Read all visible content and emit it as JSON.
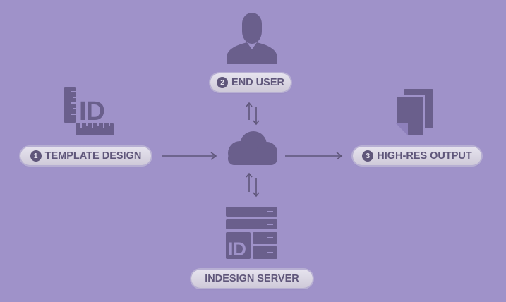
{
  "nodes": {
    "end_user": {
      "number": "2",
      "label": "END USER",
      "icon": "user-icon"
    },
    "template_design": {
      "number": "1",
      "label": "TEMPLATE DESIGN",
      "icon": "indesign-ruler-icon"
    },
    "high_res_output": {
      "number": "3",
      "label": "HIGH-RES OUTPUT",
      "icon": "documents-icon"
    },
    "indesign_server": {
      "label": "INDESIGN SERVER",
      "icon": "server-stack-icon"
    },
    "cloud": {
      "icon": "cloud-icon"
    }
  },
  "icon_glyph_text": "ID",
  "colors": {
    "background": "#9f92c9",
    "icon": "#6a5f8c",
    "pill_text": "#5f567a",
    "pill_fill": "#dcd8e6"
  }
}
